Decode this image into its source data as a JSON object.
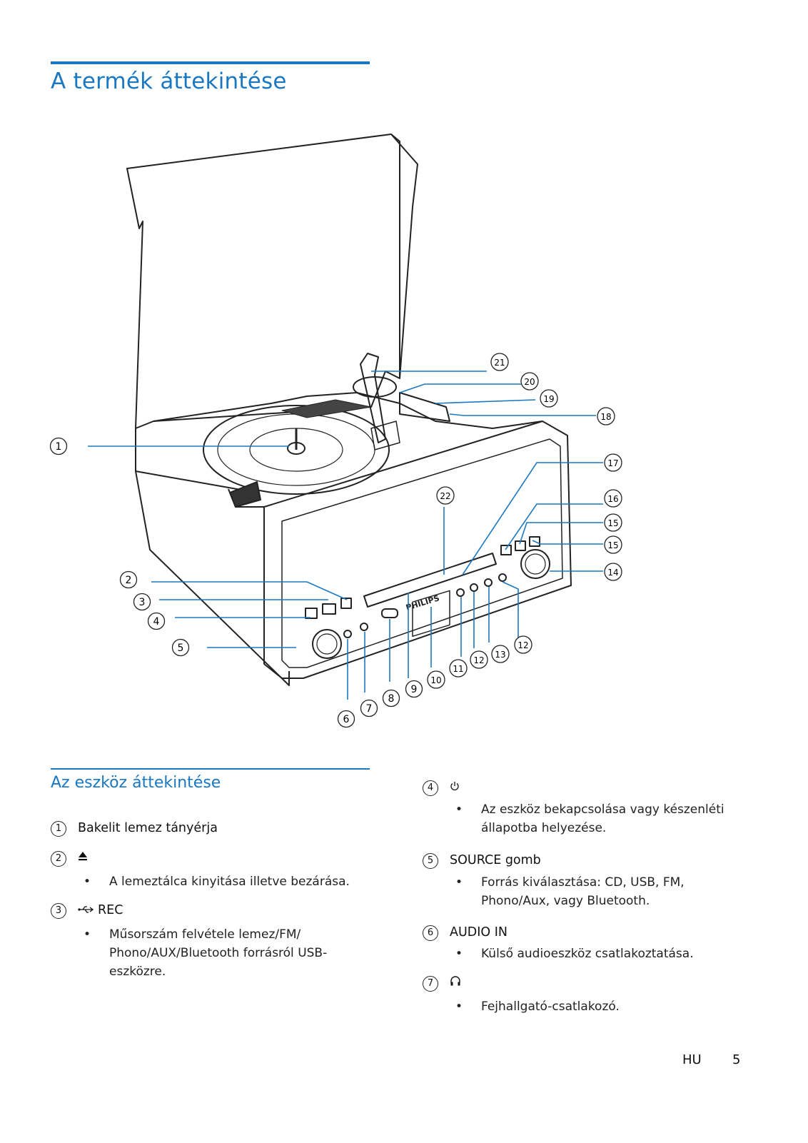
{
  "title": "A termék áttekintése",
  "section_title": "Az eszköz áttekintése",
  "callout_numbers": [
    "1",
    "2",
    "3",
    "4",
    "5",
    "6",
    "7",
    "8",
    "9",
    "10",
    "11",
    "12",
    "13",
    "12",
    "14",
    "15",
    "15",
    "16",
    "17",
    "18",
    "19",
    "20",
    "21",
    "22"
  ],
  "device_labels": {
    "brand": "PHILIPS"
  },
  "items": [
    {
      "num": "1",
      "label": "Bakelit lemez tányérja",
      "bullets": []
    },
    {
      "num": "2",
      "label": "",
      "icon": "eject-icon",
      "bullets": [
        "A lemeztálca kinyitása illetve bezárása."
      ]
    },
    {
      "num": "3",
      "label": "REC",
      "icon": "usb-icon",
      "bullets": [
        "Műsorszám felvétele lemez/FM/",
        "Phono/AUX/Bluetooth forrásról USB-",
        "eszközre."
      ]
    },
    {
      "num": "4",
      "label": "",
      "icon": "power-icon",
      "bullets": [
        "Az eszköz bekapcsolása vagy készenléti",
        "állapotba helyezése."
      ]
    },
    {
      "num": "5",
      "label": "SOURCE gomb",
      "bullets": [
        "Forrás kiválasztása: CD, USB, FM,",
        "Phono/Aux, vagy Bluetooth."
      ]
    },
    {
      "num": "6",
      "label": "AUDIO IN",
      "bullets": [
        "Külső audioeszköz csatlakoztatása."
      ]
    },
    {
      "num": "7",
      "label": "",
      "icon": "headphone-icon",
      "bullets": [
        "Fejhallgató-csatlakozó."
      ]
    }
  ],
  "footer": {
    "lang": "HU",
    "page": "5"
  },
  "colors": {
    "accent": "#1a78c2"
  }
}
